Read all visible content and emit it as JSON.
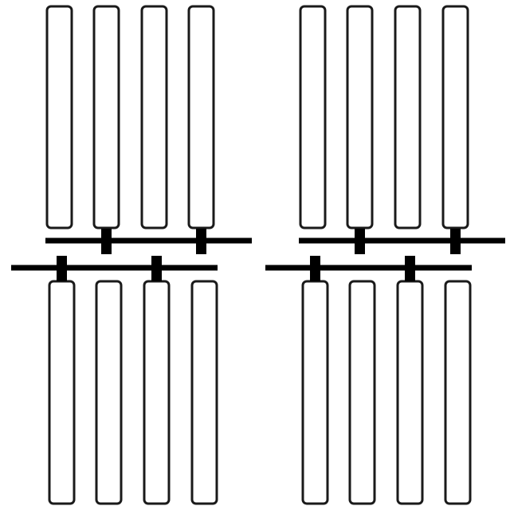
{
  "colors": {
    "background": "#ffffff",
    "stroke": "#1a1a1a",
    "bar_fill": "#ffffff",
    "rail": "#000000",
    "connector": "#000000"
  },
  "diagram": {
    "groups": [
      {
        "name": "left",
        "top_row_bars": 4,
        "bottom_row_bars": 4,
        "upper_rail_connectors_on_top_bars": [
          2,
          4
        ],
        "lower_rail_connectors_on_bottom_bars": [
          1,
          3
        ]
      },
      {
        "name": "right",
        "top_row_bars": 4,
        "bottom_row_bars": 4,
        "upper_rail_connectors_on_top_bars": [
          2,
          4
        ],
        "lower_rail_connectors_on_bottom_bars": [
          1,
          3
        ]
      }
    ]
  }
}
